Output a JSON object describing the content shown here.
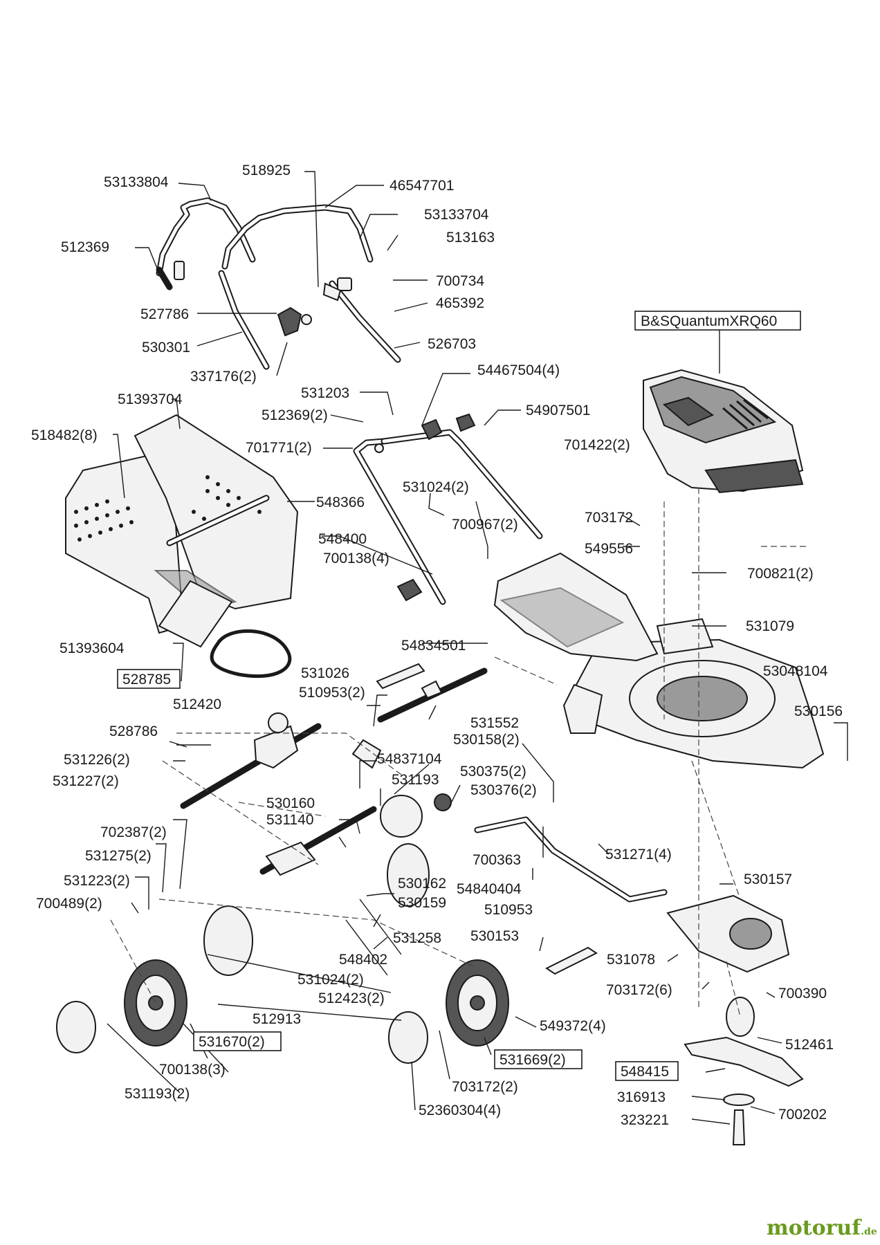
{
  "diagram": {
    "labels": [
      {
        "text": "53133804"
      },
      {
        "text": "518925"
      },
      {
        "text": "46547701"
      },
      {
        "text": "53133704"
      },
      {
        "text": "512369"
      },
      {
        "text": "513163"
      },
      {
        "text": "700734"
      },
      {
        "text": "465392"
      },
      {
        "text": "527786"
      },
      {
        "text": "530301"
      },
      {
        "text": "526703"
      },
      {
        "text": "337176(2)"
      },
      {
        "text": "531203"
      },
      {
        "text": "54467504(4)"
      },
      {
        "text": "51393704"
      },
      {
        "text": "512369(2)"
      },
      {
        "text": "54907501"
      },
      {
        "text": "518482(8)"
      },
      {
        "text": "701771(2)"
      },
      {
        "text": "701422(2)"
      },
      {
        "text": "548366"
      },
      {
        "text": "531024(2)"
      },
      {
        "text": "700967(2)"
      },
      {
        "text": "703172"
      },
      {
        "text": "548400"
      },
      {
        "text": "700138(4)"
      },
      {
        "text": "549556"
      },
      {
        "text": "700821(2)"
      },
      {
        "text": "531079"
      },
      {
        "text": "54834501"
      },
      {
        "text": "51393604"
      },
      {
        "text": "53048104"
      },
      {
        "text": "531026"
      },
      {
        "text": "510953(2)"
      },
      {
        "text": "512420"
      },
      {
        "text": "530156"
      },
      {
        "text": "531552"
      },
      {
        "text": "528786"
      },
      {
        "text": "530158(2)"
      },
      {
        "text": "54837104"
      },
      {
        "text": "531226(2)"
      },
      {
        "text": "531227(2)"
      },
      {
        "text": "531193"
      },
      {
        "text": "530375(2)"
      },
      {
        "text": "530376(2)"
      },
      {
        "text": "530160"
      },
      {
        "text": "531140"
      },
      {
        "text": "702387(2)"
      },
      {
        "text": "531271(4)"
      },
      {
        "text": "531275(2)"
      },
      {
        "text": "700363"
      },
      {
        "text": "530157"
      },
      {
        "text": "531223(2)"
      },
      {
        "text": "530162"
      },
      {
        "text": "54840404"
      },
      {
        "text": "700489(2)"
      },
      {
        "text": "530159"
      },
      {
        "text": "510953"
      },
      {
        "text": "531258"
      },
      {
        "text": "530153"
      },
      {
        "text": "548402"
      },
      {
        "text": "531078"
      },
      {
        "text": "531024(2)"
      },
      {
        "text": "703172(6)"
      },
      {
        "text": "512423(2)"
      },
      {
        "text": "700390"
      },
      {
        "text": "512913"
      },
      {
        "text": "549372(4)"
      },
      {
        "text": "512461"
      },
      {
        "text": "700138(3)"
      },
      {
        "text": "316913"
      },
      {
        "text": "531193(2)"
      },
      {
        "text": "703172(2)"
      },
      {
        "text": "700202"
      },
      {
        "text": "323221"
      },
      {
        "text": "52360304(4)"
      }
    ],
    "boxed_labels": [
      {
        "text": "B&SQuantumXRQ60"
      },
      {
        "text": "528785"
      },
      {
        "text": "531670(2)"
      },
      {
        "text": "531669(2)"
      },
      {
        "text": "548415"
      }
    ]
  },
  "watermark": {
    "brand_main": "motoruf",
    "brand_accent": "·",
    "brand_suffix": ".de"
  }
}
